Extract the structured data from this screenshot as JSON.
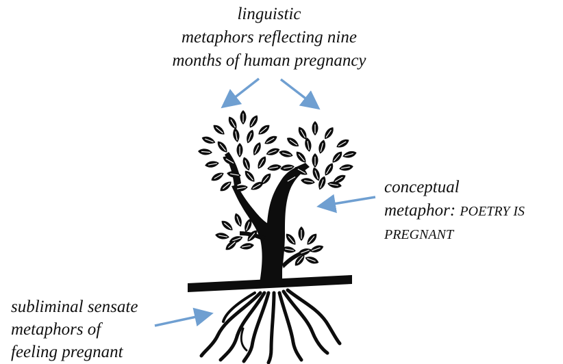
{
  "labels": {
    "top": {
      "line1": "linguistic",
      "line2": "metaphors reflecting nine",
      "line3": "months of human pregnancy"
    },
    "right": {
      "line1": "conceptual",
      "line2_italic": "metaphor: ",
      "line2_caps": "POETRY IS",
      "line3_caps": "PREGNANT"
    },
    "bottom": {
      "line1": "subliminal sensate",
      "line2": "metaphors of",
      "line3": "feeling pregnant"
    }
  },
  "colors": {
    "arrow": "#6f9fd1",
    "tree": "#0d0d0d",
    "leaf_vein": "#ffffff",
    "text": "#111111"
  },
  "icons": {
    "tree": "tree-with-roots-illustration"
  }
}
